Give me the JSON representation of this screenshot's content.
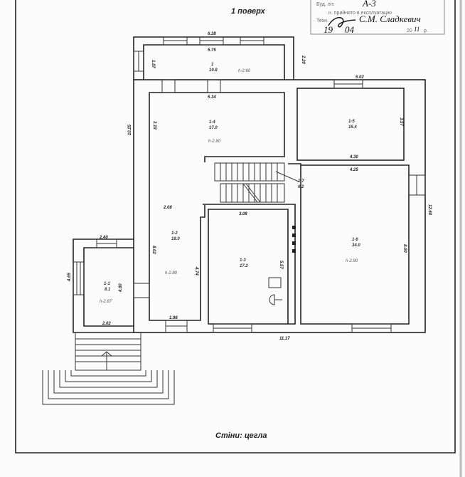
{
  "title": "1 поверх",
  "walls_note": "Стіни:  цегла",
  "stamp": {
    "line1_label": "Буд. літ.",
    "line1_value": "А-3",
    "line2": "н. прийнято в експлуатацію",
    "line3_label": "Техн.",
    "signature": "С.М. Сладкевич",
    "day": "19",
    "month": "04",
    "year": "20",
    "year_hand": "11",
    "year_suffix": "р."
  },
  "rooms": [
    {
      "id": "1",
      "area": "10.8",
      "height": "h-2.60"
    },
    {
      "id": "1-1",
      "area": "8.1",
      "height": "h-2.87"
    },
    {
      "id": "1-2",
      "area": "18.0",
      "height": "h-2.80"
    },
    {
      "id": "1-3",
      "area": "17.2",
      "height": ""
    },
    {
      "id": "1-4",
      "area": "17.0",
      "height": "h-2.80"
    },
    {
      "id": "1-5",
      "area": "15.4",
      "height": ""
    },
    {
      "id": "1-6",
      "area": "34.0",
      "height": "h-2.90"
    },
    {
      "id": "1-7",
      "area": "6.2",
      "height": ""
    }
  ],
  "dimensions": {
    "annex_outer": "6.38",
    "annex_inner": "5.75",
    "annex_side": "1.87",
    "annex_right": "2.20",
    "r14_width": "5.34",
    "r14_side": "3.18",
    "main_left": "10.25",
    "r15_top": "5.02",
    "r15_bottom": "4.30",
    "r15_side": "3.57",
    "r16_top": "4.25",
    "r16_side": "8.00",
    "main_right": "12.60",
    "corridor_width": "2.08",
    "corridor_side": "8.02",
    "corridor_inner": "4.74",
    "corridor_bottom": "1.98",
    "r13_top": "3.08",
    "r13_side": "5.57",
    "porch_top": "2.40",
    "porch_side": "4.65",
    "porch_inner": "4.60",
    "porch_bottom": "2.02",
    "main_bottom": "11.17"
  }
}
